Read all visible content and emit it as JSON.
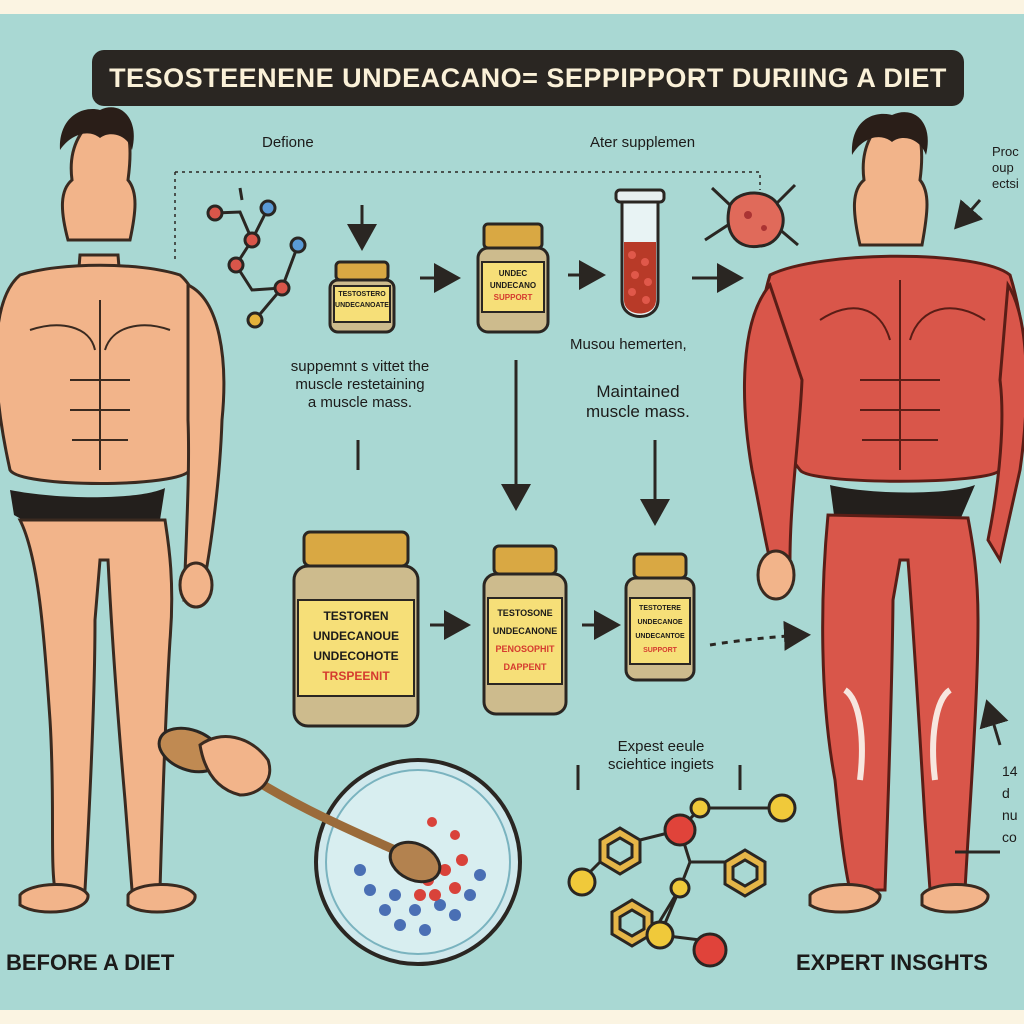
{
  "title": "TESOSTEENENE UNDEACANO= SEPPIPPORT DURIING A DIET",
  "labels": {
    "before_header": "Defione",
    "after_header": "Ater supplemen",
    "support_caption": [
      "suppemnt s vittet the",
      "muscle restetaining",
      "a muscle mass."
    ],
    "muscle_retention": "Musou hemerten,",
    "maintained_caption": [
      "Maintained",
      "muscle mass."
    ],
    "expert_caption": [
      "Expest eeule",
      "sciehtice ingiets"
    ],
    "bottom_left": "BEFORE   A DIET",
    "bottom_right": "EXPERT INSGHTS",
    "right_edge_top": [
      "Proc",
      "oup",
      "ectsi"
    ],
    "right_edge_bottom": [
      "14",
      "d",
      "nu",
      "co"
    ]
  },
  "jars": {
    "small_top": [
      "TESTOSTERO",
      "UNDECANOATE"
    ],
    "mid_top": [
      "UNDEC",
      "UNDECANO",
      "SUPPORT"
    ],
    "large": [
      "TESTOREN",
      "UNDECANOUE",
      "UNDECOHOTE",
      "TRSPEENIT"
    ],
    "mid_bottom": [
      "TESTOSONE",
      "UNDECANONE",
      "PENOSOPHIT",
      "DAPPENT"
    ],
    "small_bottom": [
      "TESTOTERE",
      "UNDECANOE",
      "UNDECANTOE",
      "SUPPORT"
    ]
  },
  "colors": {
    "background": "#a9d8d3",
    "title_bar": "#2a2622",
    "muscle": "#d9564a",
    "skin": "#f2b48a",
    "jar_lid": "#d9a843",
    "jar_label": "#f6df78",
    "jar_text": "#d53b2f"
  }
}
